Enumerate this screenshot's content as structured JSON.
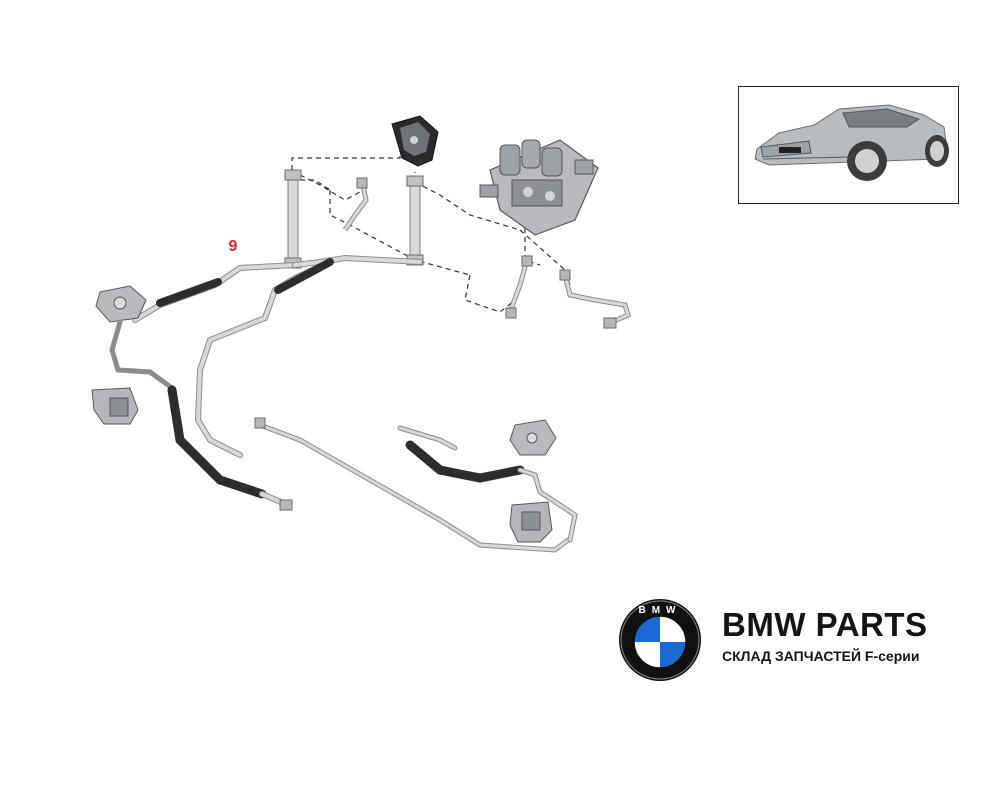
{
  "callouts": [
    {
      "number": "9",
      "color": "#e0212a"
    }
  ],
  "brand": {
    "title": "BMW PARTS",
    "subtitle": "СКЛАД ЗАПЧАСТЕЙ F-серии",
    "logo_letters": "BMW",
    "logo_colors": {
      "blue": "#1c69d4",
      "white": "#ffffff",
      "ring": "#111111"
    }
  },
  "thumbnail": {
    "icon": "car-silhouette-icon",
    "car_color": "#b9bcbf"
  },
  "colors": {
    "hose": "#2b2d2f",
    "pipe": "#c9cbcd",
    "pipe_stroke": "#8a8d90",
    "leader": "#333333"
  }
}
